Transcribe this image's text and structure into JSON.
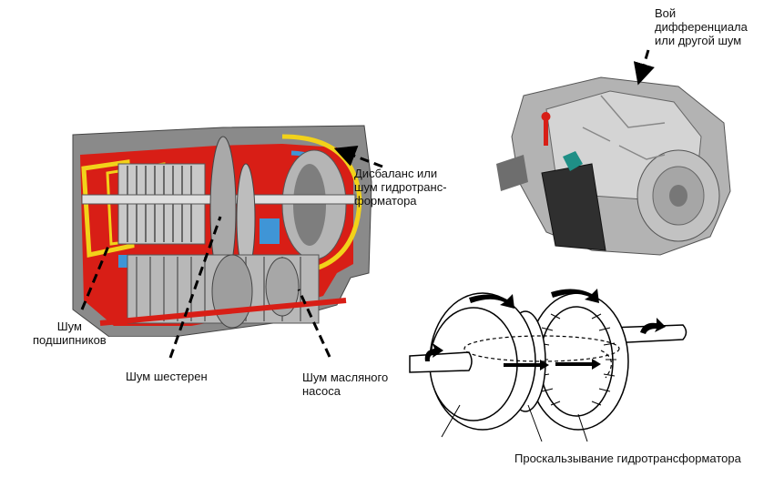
{
  "labels": {
    "diff_whine": "Вой\nдифференциала\nили другой шум",
    "converter_imbalance": "Дисбаланс или\nшум гидротранс-\nформатора",
    "bearing_noise": "Шум\nподшипников",
    "gear_noise": "Шум шестерен",
    "oil_pump_noise": "Шум масляного\nнасоса",
    "converter_slip": "Проскальзывание гидротрансформатора"
  },
  "colors": {
    "housing_red": "#d81e16",
    "passage_yellow": "#f2d21a",
    "passage_blue": "#3f95d6",
    "metal_gray": "#9a9a9a",
    "leader_black": "#000000"
  }
}
